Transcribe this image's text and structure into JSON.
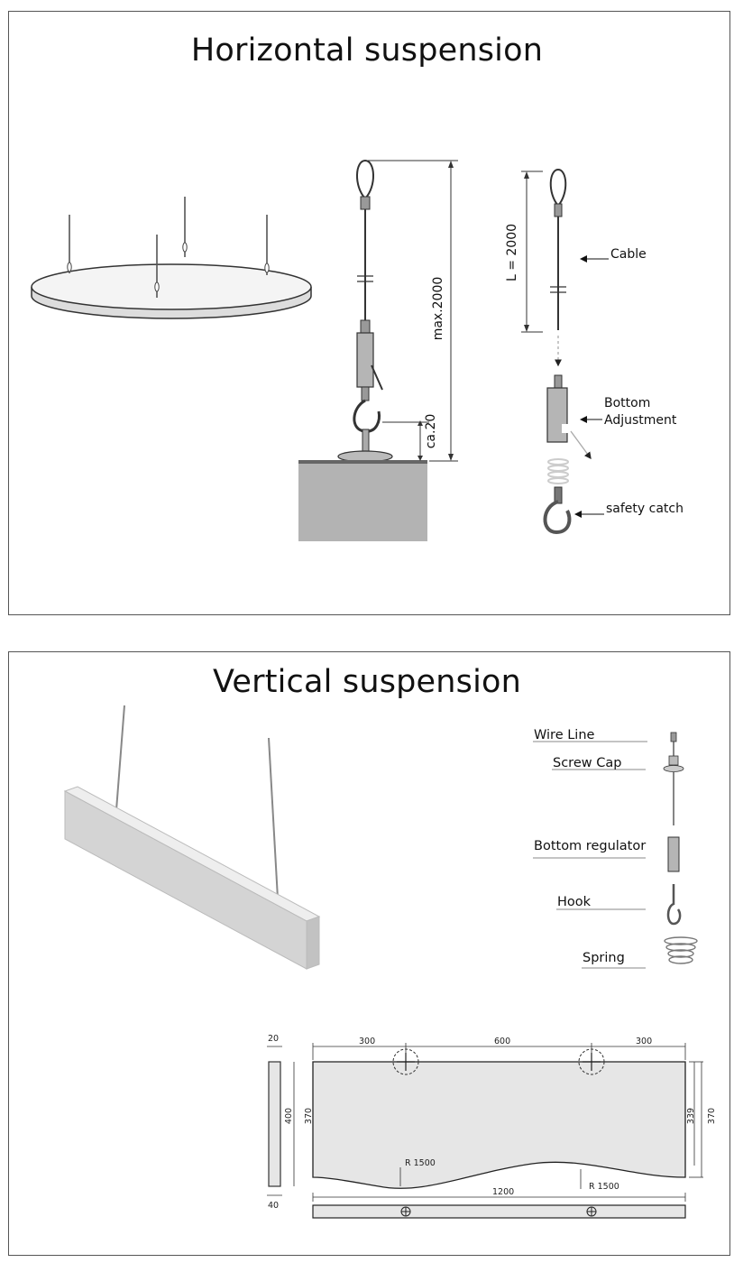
{
  "top_panel": {
    "title": "Horizontal suspension",
    "dim_max": "max.2000",
    "dim_ca": "ca.20",
    "dim_length": "L = 2000",
    "labels": {
      "cable": "Cable",
      "bottom": "Bottom",
      "adjustment": "Adjustment",
      "safety_catch": "safety catch"
    }
  },
  "bottom_panel": {
    "title": "Vertical suspension",
    "parts": [
      "Wire Line",
      "Screw Cap",
      "Bottom regulator",
      "Hook",
      "Spring"
    ],
    "drawing": {
      "top_dims": [
        "300",
        "600",
        "300"
      ],
      "side_width": "20",
      "side_height": "400",
      "left_height": "370",
      "right_inner": "339",
      "right_outer": "370",
      "bottom_thickness": "40",
      "radius_left": "R 1500",
      "radius_right": "R 1500",
      "total_width": "1200"
    }
  },
  "colors": {
    "frame": "#555555",
    "panel_fill": "#e6e6e6",
    "gray_block": "#b3b3b3",
    "line": "#222222"
  }
}
